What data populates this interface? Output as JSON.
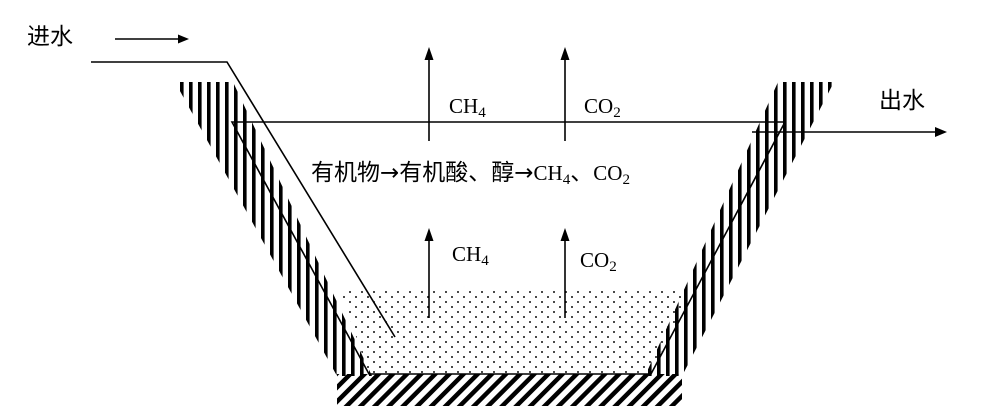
{
  "inlet_label": "进水",
  "outlet_label": "出水",
  "gas_top": {
    "ch4": {
      "base": "CH",
      "sub": "4"
    },
    "co2": {
      "base": "CO",
      "sub": "2"
    }
  },
  "gas_mid": {
    "ch4": {
      "base": "CH",
      "sub": "4"
    },
    "co2": {
      "base": "CO",
      "sub": "2"
    }
  },
  "reaction": {
    "part1": "有机物→有机酸、醇→",
    "ch4_base": "CH",
    "ch4_sub": "4",
    "separator": "、",
    "co2_base": "CO",
    "co2_sub": "2"
  }
}
